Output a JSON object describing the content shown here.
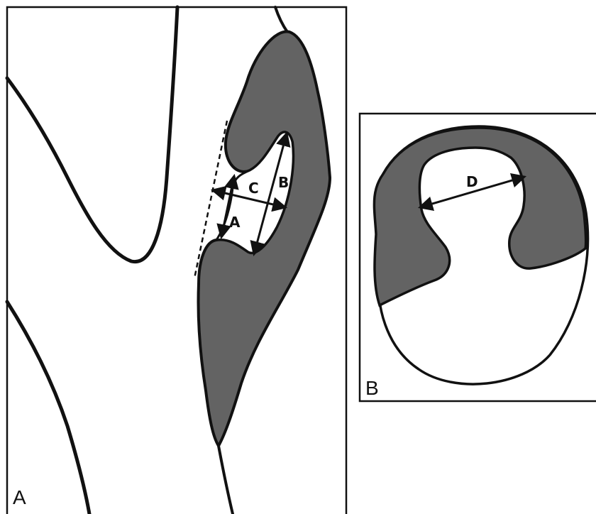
{
  "panel_a": {
    "label": "A",
    "measure_labels": {
      "a": "A",
      "b": "B",
      "c": "C"
    }
  },
  "panel_b": {
    "label": "B",
    "measure_labels": {
      "d": "D"
    }
  },
  "colors": {
    "fill": "#636363",
    "stroke": "#111111",
    "background": "#ffffff"
  }
}
